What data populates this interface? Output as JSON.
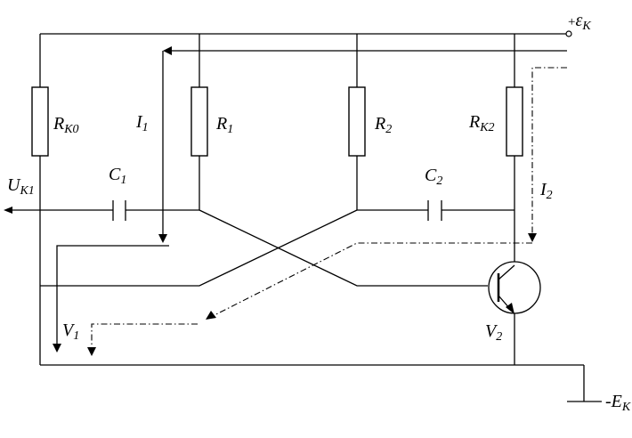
{
  "labels": {
    "supply_plus": {
      "pre": "+",
      "main": "ε",
      "sub": "K"
    },
    "rk0": {
      "main": "R",
      "sub": "K0"
    },
    "r1": {
      "main": "R",
      "sub": "1"
    },
    "r2": {
      "main": "R",
      "sub": "2"
    },
    "rk2": {
      "main": "R",
      "sub": "K2"
    },
    "i1": {
      "main": "I",
      "sub": "1"
    },
    "i2": {
      "main": "I",
      "sub": "2"
    },
    "c1": {
      "main": "C",
      "sub": "1"
    },
    "c2": {
      "main": "C",
      "sub": "2"
    },
    "uk1": {
      "main": "U",
      "sub": "K1"
    },
    "v1": {
      "main": "V",
      "sub": "1"
    },
    "v2": {
      "main": "V",
      "sub": "2"
    },
    "supply_minus": {
      "pre": "-",
      "main": "E",
      "sub": "K"
    }
  }
}
